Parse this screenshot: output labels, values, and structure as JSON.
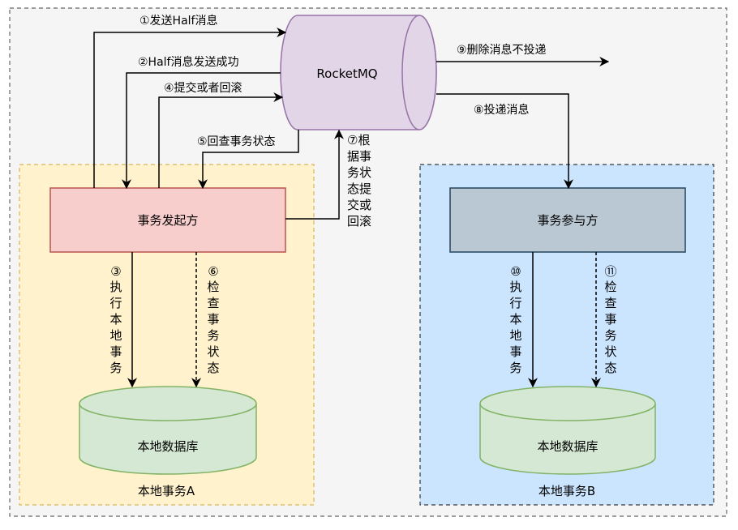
{
  "diagram": {
    "title": "RocketMQ transactional message flow",
    "colors": {
      "background": "#f5f5f5",
      "outer_border": "#666666",
      "rocketmq_fill": "#e1d5e7",
      "rocketmq_stroke": "#9673a6",
      "group_a_fill": "#fff2cc",
      "group_a_stroke": "#d6b656",
      "group_b_fill": "#cce5ff",
      "group_b_stroke": "#36393d",
      "initiator_fill": "#f8cecc",
      "initiator_stroke": "#b85450",
      "participant_fill": "#bac8d3",
      "participant_stroke": "#23445d",
      "db_fill": "#d5e8d4",
      "db_stroke": "#82b366",
      "edge": "#000000"
    },
    "nodes": {
      "rocketmq": "RocketMQ",
      "initiator": "事务发起方",
      "participant": "事务参与方",
      "db_a": "本地数据库",
      "db_b": "本地数据库",
      "group_a": "本地事务A",
      "group_b": "本地事务B"
    },
    "edges": [
      {
        "id": "e1",
        "label": "①发送Half消息",
        "from": "initiator",
        "to": "rocketmq",
        "style": "solid"
      },
      {
        "id": "e2",
        "label": "②Half消息发送成功",
        "from": "rocketmq",
        "to": "initiator",
        "style": "solid"
      },
      {
        "id": "e3",
        "label": "③执行本地事务",
        "from": "initiator",
        "to": "db_a",
        "style": "solid"
      },
      {
        "id": "e4",
        "label": "④提交或者回滚",
        "from": "initiator",
        "to": "rocketmq",
        "style": "solid"
      },
      {
        "id": "e5",
        "label": "⑤回查事务状态",
        "from": "rocketmq",
        "to": "initiator",
        "style": "solid"
      },
      {
        "id": "e6",
        "label": "⑥检查事务状态",
        "from": "initiator",
        "to": "db_a",
        "style": "dashed"
      },
      {
        "id": "e7",
        "label": "⑦根据事务状态提交或回滚",
        "from": "initiator",
        "to": "rocketmq",
        "style": "solid"
      },
      {
        "id": "e8",
        "label": "⑧投递消息",
        "from": "rocketmq",
        "to": "participant",
        "style": "solid"
      },
      {
        "id": "e9",
        "label": "⑨删除消息不投递",
        "from": "rocketmq",
        "to": "none",
        "style": "solid"
      },
      {
        "id": "e10",
        "label": "⑩执行本地事务",
        "from": "participant",
        "to": "db_b",
        "style": "solid"
      },
      {
        "id": "e11",
        "label": "⑪检查事务状态",
        "from": "participant",
        "to": "db_b",
        "style": "dashed"
      }
    ],
    "vertical_labels": {
      "e3": [
        "③",
        "执",
        "行",
        "本",
        "地",
        "事",
        "务"
      ],
      "e6": [
        "⑥",
        "检",
        "查",
        "事",
        "务",
        "状",
        "态"
      ],
      "e7": [
        "⑦根",
        "据事",
        "务状",
        "态提",
        "交或",
        "回滚"
      ],
      "e10": [
        "⑩",
        "执",
        "行",
        "本",
        "地",
        "事",
        "务"
      ],
      "e11": [
        "⑪",
        "检",
        "查",
        "事",
        "务",
        "状",
        "态"
      ]
    }
  }
}
